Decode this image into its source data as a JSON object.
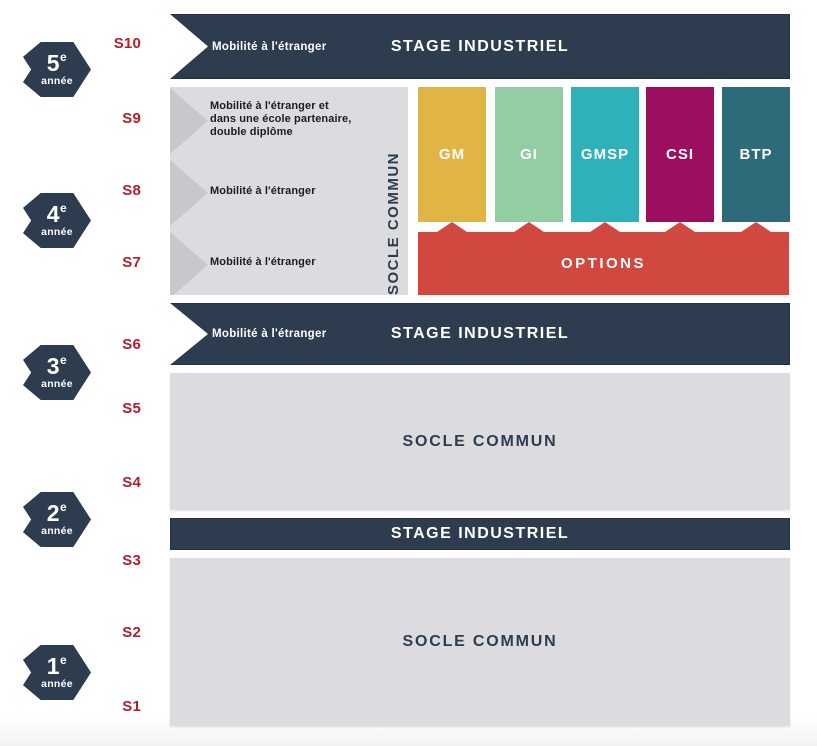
{
  "palette": {
    "navy": "#2d3c4e",
    "semester_red": "#b01f2b",
    "panel_gray": "#dcdce0",
    "arrow_gray": "#c8c8cc",
    "options_red": "#d04840",
    "body_text": "#1d1d1b"
  },
  "years": [
    {
      "number": "5",
      "suffix": "e",
      "label": "année"
    },
    {
      "number": "4",
      "suffix": "e",
      "label": "année"
    },
    {
      "number": "3",
      "suffix": "e",
      "label": "année"
    },
    {
      "number": "2",
      "suffix": "e",
      "label": "année"
    },
    {
      "number": "1",
      "suffix": "e",
      "label": "année"
    }
  ],
  "semesters": [
    {
      "label": "S10"
    },
    {
      "label": "S9"
    },
    {
      "label": "S8"
    },
    {
      "label": "S7"
    },
    {
      "label": "S6"
    },
    {
      "label": "S5"
    },
    {
      "label": "S4"
    },
    {
      "label": "S3"
    },
    {
      "label": "S2"
    },
    {
      "label": "S1"
    }
  ],
  "stage_bar_s10": {
    "mobility": "Mobilité à l'étranger",
    "title": "STAGE INDUSTRIEL"
  },
  "socle_4a": {
    "vertical_label": "SOCLE COMMUN",
    "mobility_items": [
      {
        "lines": [
          "Mobilité à l'étranger et",
          "dans une école partenaire,",
          "double diplôme"
        ]
      },
      {
        "lines": [
          "Mobilité à l'étranger"
        ]
      },
      {
        "lines": [
          "Mobilité à l'étranger"
        ]
      }
    ]
  },
  "tracks": [
    {
      "label": "GM",
      "color": "#e0b545"
    },
    {
      "label": "GI",
      "color": "#92cda4"
    },
    {
      "label": "GMSP",
      "color": "#2fb1ba"
    },
    {
      "label": "CSI",
      "color": "#9c0e5f"
    },
    {
      "label": "BTP",
      "color": "#2e6b7a"
    }
  ],
  "options_bar": {
    "label": "OPTIONS"
  },
  "stage_bar_s6": {
    "mobility": "Mobilité à l'étranger",
    "title": "STAGE INDUSTRIEL"
  },
  "socle_23": {
    "label": "SOCLE COMMUN"
  },
  "stage_bar_s3": {
    "title": "STAGE INDUSTRIEL"
  },
  "socle_1": {
    "label": "SOCLE COMMUN"
  }
}
